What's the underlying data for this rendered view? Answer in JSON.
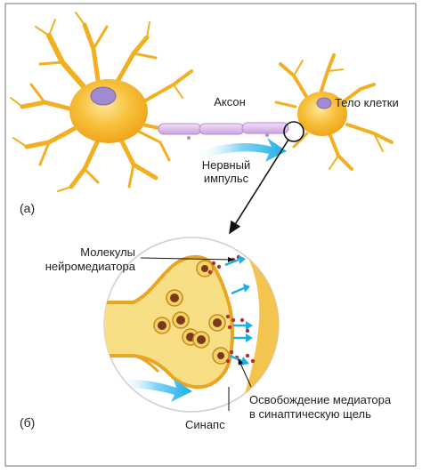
{
  "labels": {
    "axon": "Аксон",
    "cell_body": "Тело клетки",
    "impulse_line1": "Нервный",
    "impulse_line2": "импульс",
    "part_a": "(а)",
    "molecules_line1": "Молекулы",
    "molecules_line2": "нейромедиатора",
    "release_line1": "Освобождение медиатора",
    "release_line2": "в синаптическую щель",
    "synapse": "Синапс",
    "part_b": "(б)"
  },
  "colors": {
    "frame": "#8a8a8a",
    "neuron_fill": "#f5b324",
    "neuron_light": "#fcd05a",
    "nucleus": "#a08ad0",
    "axon": "#d9b8e8",
    "arrow_cyan": "#1ab0e6",
    "terminal_fill": "#f8df86",
    "membrane": "#e9a623",
    "postsynaptic": "#f3c44f",
    "vesicle_fill": "#f3d26a",
    "vesicle_core": "#7a3a1a",
    "molecule": "#b0303a"
  }
}
